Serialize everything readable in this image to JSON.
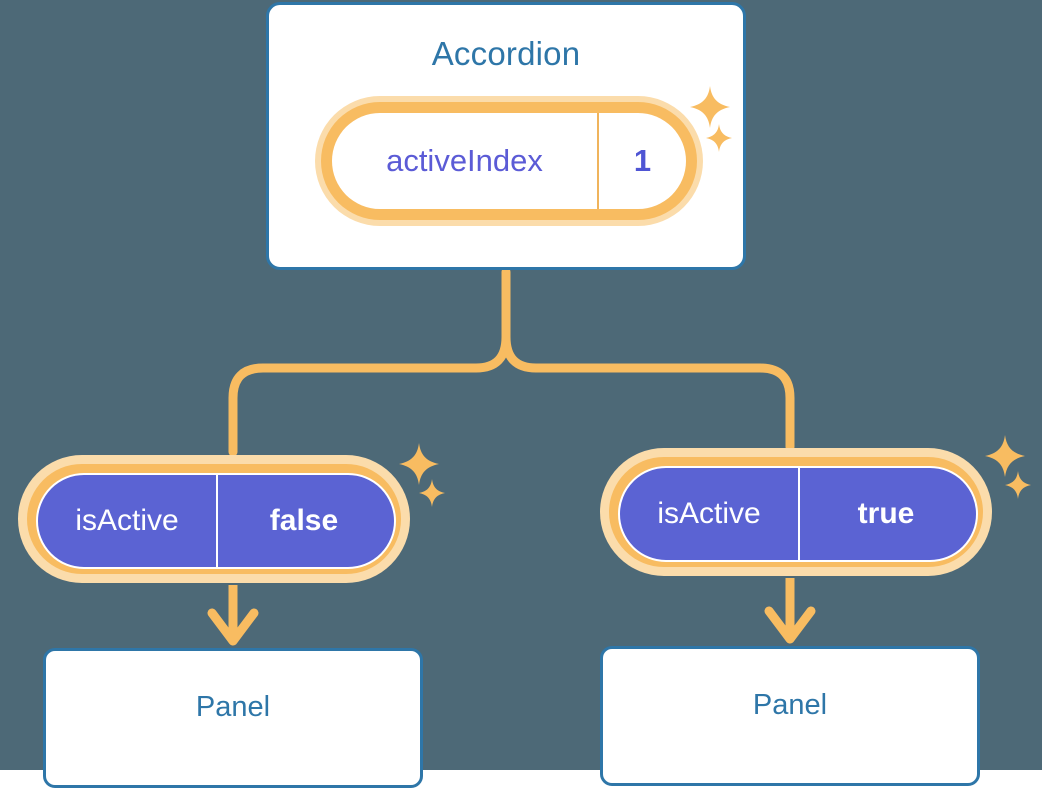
{
  "theme": {
    "background": "#4d6977",
    "card_border": "#2e76a8",
    "card_fill": "#ffffff",
    "title_text": "#2e76a8",
    "accent_orange": "#f8bc61",
    "accent_orange_soft": "#fbdcab",
    "prop_purple": "#5b63d3",
    "prop_text_indigo": "#5b5bd6",
    "connector": "#f8bc61"
  },
  "parent": {
    "title": "Accordion",
    "prop": {
      "key": "activeIndex",
      "value": "1"
    }
  },
  "children": [
    {
      "prop": {
        "key": "isActive",
        "value": "false"
      },
      "panel": {
        "title": "Panel"
      }
    },
    {
      "prop": {
        "key": "isActive",
        "value": "true"
      },
      "panel": {
        "title": "Panel"
      }
    }
  ],
  "icons": {
    "sparkle_large": "sparkle-icon",
    "sparkle_small": "sparkle-small-icon",
    "arrow": "arrow-down-icon"
  }
}
